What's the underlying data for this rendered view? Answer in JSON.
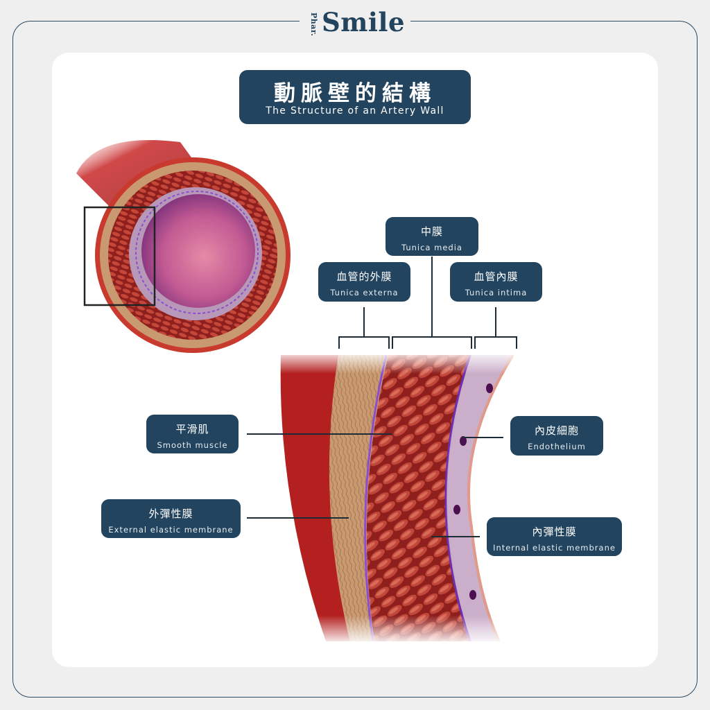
{
  "logo": {
    "prefix": "Phar.",
    "brand": "Smile"
  },
  "title": {
    "zh": "動脈壁的結構",
    "en": "The Structure of an Artery Wall"
  },
  "labels": {
    "tunica_media": {
      "zh": "中膜",
      "en": "Tunica media"
    },
    "tunica_externa": {
      "zh": "血管的外膜",
      "en": "Tunica externa"
    },
    "tunica_intima": {
      "zh": "血管內膜",
      "en": "Tunica intima"
    },
    "smooth_muscle": {
      "zh": "平滑肌",
      "en": "Smooth muscle"
    },
    "endothelium": {
      "zh": "內皮細胞",
      "en": "Endothelium"
    },
    "external_elastic": {
      "zh": "外彈性膜",
      "en": "External elastic membrane"
    },
    "internal_elastic": {
      "zh": "內彈性膜",
      "en": "Internal elastic membrane"
    }
  },
  "colors": {
    "label_bg": "#23445e",
    "frame": "#2a4a64",
    "externa_fill": "#c99a72",
    "media_fill": "#a8322a",
    "intima_fill": "#c2a0bf",
    "elastic_membrane": "#8a4fd0",
    "lumen": "#b84f8e"
  }
}
